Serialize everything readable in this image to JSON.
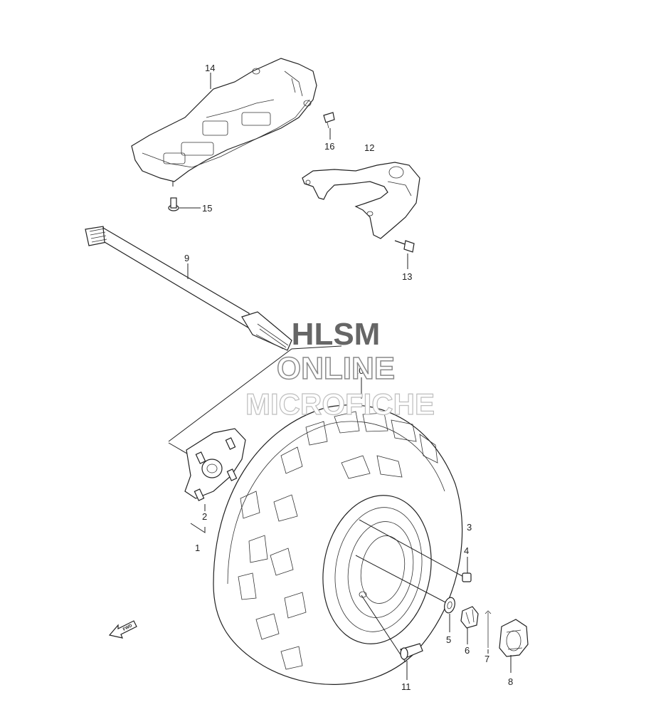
{
  "watermark": {
    "line1": "HLSM",
    "line2": "ONLINE",
    "line3": "MICROFICHE"
  },
  "callouts": [
    "1",
    "2",
    "3",
    "4",
    "5",
    "6",
    "7",
    "8",
    "9",
    "10",
    "11",
    "12",
    "13",
    "14",
    "15",
    "16"
  ],
  "arrow_label": "FWD",
  "icons": [
    "front-direction-arrow-icon"
  ]
}
